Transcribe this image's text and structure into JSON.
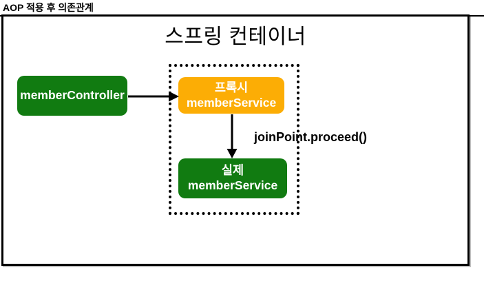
{
  "page": {
    "heading": "AOP 적용 후 의존관계"
  },
  "diagram": {
    "container_title": "스프링 컨테이너",
    "nodes": {
      "member_controller": {
        "label": "memberController",
        "fill": "#117B11",
        "text_color": "#FFFFFF"
      },
      "proxy_member_service": {
        "line1": "프록시",
        "line2": "memberService",
        "fill": "#FCAD05",
        "text_color": "#FFFFFF"
      },
      "actual_member_service": {
        "line1": "실제",
        "line2": "memberService",
        "fill": "#117B11",
        "text_color": "#FFFFFF"
      }
    },
    "edges": [
      {
        "from": "member_controller",
        "to": "proxy_member_service",
        "label": ""
      },
      {
        "from": "proxy_member_service",
        "to": "actual_member_service",
        "label": "joinPoint.proceed()"
      }
    ],
    "colors": {
      "node_green": "#117B11",
      "node_orange": "#FCAD05",
      "line": "#000000",
      "background": "#FFFFFF"
    }
  }
}
